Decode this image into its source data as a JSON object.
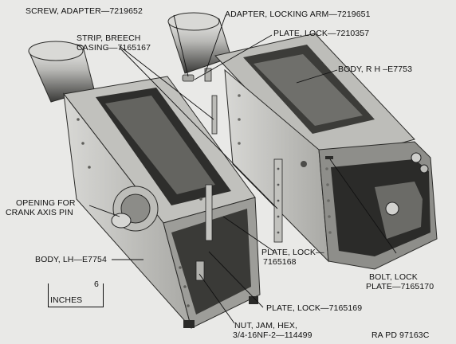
{
  "figure_code": "RA PD 97163C",
  "labels": {
    "screw_adapter": "SCREW, ADAPTER—7219652",
    "adapter_locking_arm": "ADAPTER, LOCKING ARM—7219651",
    "plate_lock_7210357": "PLATE, LOCK—7210357",
    "strip_breech_line1": "STRIP, BREECH",
    "strip_breech_line2": "CASING—7165167",
    "body_rh": "BODY, R H –E7753",
    "opening_line1": "OPENING FOR",
    "opening_line2": "CRANK AXIS PIN",
    "body_lh": "BODY, LH—E7754",
    "plate_lock_7165168_line1": "PLATE, LOCK—",
    "plate_lock_7165168_line2": "7165168",
    "bolt_lock_line1": "BOLT, LOCK",
    "bolt_lock_line2": "PLATE—7165170",
    "plate_lock_7165169": "PLATE, LOCK—7165169",
    "nut_jam_line1": "NUT, JAM, HEX,",
    "nut_jam_line2": "3/4-16NF-2—114499"
  },
  "ruler": {
    "number": "6",
    "unit": "INCHES"
  },
  "colors": {
    "background": "#e9e9e7",
    "metal_light": "#c9c9c6",
    "metal_mid": "#9a9a96",
    "metal_dark": "#4a4a47",
    "shadow": "#232321",
    "ink": "#111111"
  }
}
